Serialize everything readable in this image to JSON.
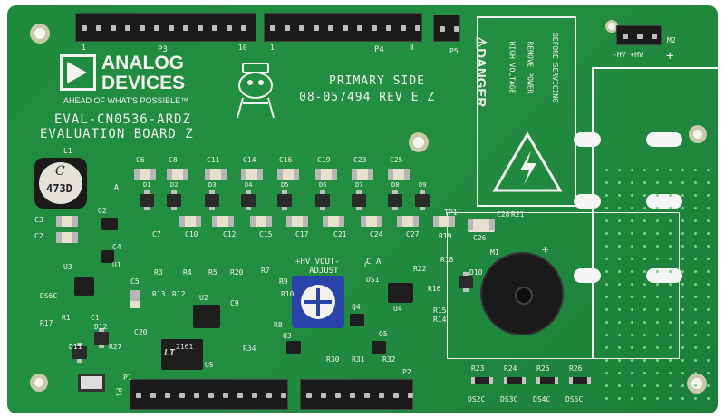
{
  "board": {
    "header_labels": {
      "p3": "P3",
      "p3_pin1": "1",
      "p3_pin10": "10",
      "p4": "P4",
      "p4_pin1": "1",
      "p4_pin8": "8",
      "p5": "P5",
      "p2": "P2",
      "p1": "P1",
      "m2": "M2",
      "hv_label": "-HV +HV",
      "plus": "+"
    },
    "logo": {
      "brand_line1": "ANALOG",
      "brand_line2": "DEVICES",
      "tagline": "AHEAD OF WHAT'S POSSIBLE™"
    },
    "titles": {
      "board_name": "EVAL-CN0536-ARDZ",
      "board_desc": "EVALUATION BOARD Z",
      "primary_side": "PRIMARY SIDE",
      "part_number": "08-057494 REV E Z"
    },
    "danger": {
      "word": "⚠DANGER",
      "line1": "HIGH VOLTAGE",
      "line2": "REMOVE POWER",
      "line3": "BEFORE SERVICING"
    },
    "inductor": {
      "ref": "L1",
      "marking": "473D",
      "logo": "C"
    },
    "caps_top": [
      "C6",
      "C8",
      "C11",
      "C14",
      "C16",
      "C19",
      "C23",
      "C25"
    ],
    "caps_bottom": [
      "C7",
      "C10",
      "C12",
      "C15",
      "C17",
      "C21",
      "C24",
      "C27"
    ],
    "diodes": [
      "D1",
      "D2",
      "D3",
      "D4",
      "D5",
      "D6",
      "D7",
      "D8",
      "D9"
    ],
    "misc_labels": {
      "q2": "Q2",
      "c3": "C3",
      "c2": "C2",
      "c4": "C4",
      "u3": "U3",
      "u1": "U1",
      "c5": "C5",
      "a": "A",
      "tp1": "TP1",
      "r19": "R19",
      "c26": "C26",
      "c28": "C28",
      "r21": "R21",
      "m1": "M1",
      "r3": "R3",
      "r4": "R4",
      "r5": "R5",
      "r20": "R20",
      "r7": "R7",
      "r13": "R13",
      "r12": "R12",
      "u2": "U2",
      "c9": "C9",
      "r10": "R10",
      "r9": "R9",
      "r8": "R8",
      "r16": "R16",
      "r15": "R15",
      "r14": "R14",
      "r22": "R22",
      "r18": "R18",
      "u4": "U4",
      "d10": "D10",
      "ds1": "DS1",
      "c": "C",
      "q3": "Q3",
      "q4": "Q4",
      "q5": "Q5",
      "r30": "R30",
      "r31": "R31",
      "r32": "R32",
      "r1": "R1",
      "c1": "C1",
      "d12": "D12",
      "d11": "D11",
      "r27": "R27",
      "r17": "R17",
      "ds6c": "DS6C",
      "c20": "C20",
      "u5": "U5",
      "r34": "R34",
      "p1": "P1",
      "r23": "R23",
      "r24": "R24",
      "r25": "R25",
      "r26": "R26",
      "ds2c": "DS2C",
      "ds3c": "DS3C",
      "ds4c": "DS4C",
      "ds5c": "DS5C",
      "hv_vout": "+HV VOUT- ",
      "adjust": "ADJUST",
      "c_a": "C   A",
      "u5_chip": "2161",
      "u5_logo": "LT"
    }
  }
}
